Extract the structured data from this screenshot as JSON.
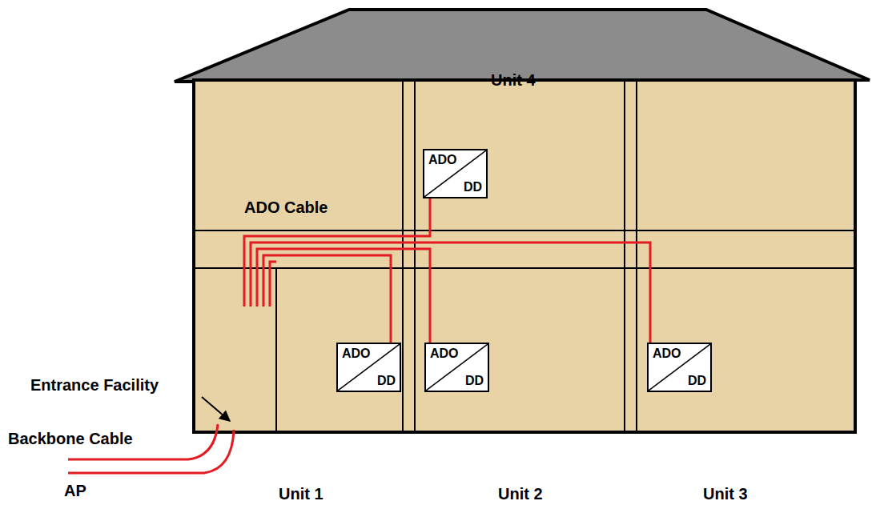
{
  "diagram": {
    "nodes": [
      {
        "text": [
          "ADO",
          "DD"
        ]
      },
      {
        "text": [
          "ADO",
          "DD"
        ]
      },
      {
        "text": [
          "ADO",
          "DD"
        ]
      },
      {
        "text": [
          "ADO",
          "DD"
        ]
      }
    ],
    "labels": [
      "Unit 4",
      "ADO Cable",
      "Entrance Facility",
      "Backbone Cable",
      "AP",
      "Unit 1",
      "Unit 2",
      "Unit 3"
    ]
  }
}
